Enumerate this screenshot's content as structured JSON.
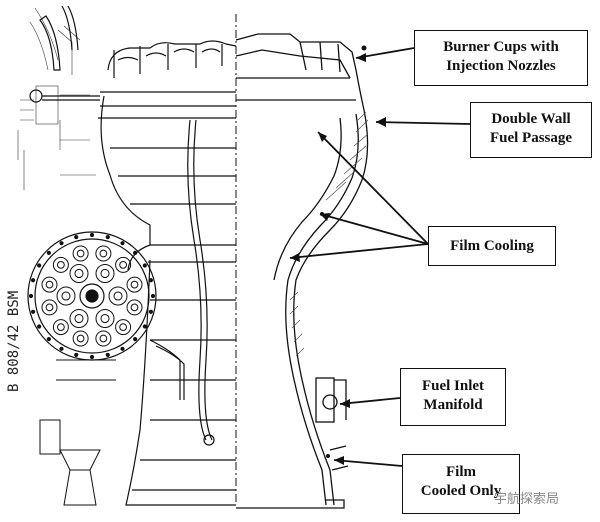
{
  "labels": {
    "burner": {
      "line1": "Burner Cups with",
      "line2": "Injection Nozzles"
    },
    "double_wall": {
      "line1": "Double Wall",
      "line2": "Fuel Passage"
    },
    "film_cooling": "Film Cooling",
    "fuel_inlet": {
      "line1": "Fuel Inlet",
      "line2": "Manifold"
    },
    "film_cooled": {
      "line1": "Film",
      "line2": "Cooled Only"
    }
  },
  "drawing_number": "B 808/42 BSM",
  "watermark": "宇航探索局",
  "colors": {
    "ink": "#111111",
    "paper": "#ffffff",
    "hatch": "#444444"
  }
}
